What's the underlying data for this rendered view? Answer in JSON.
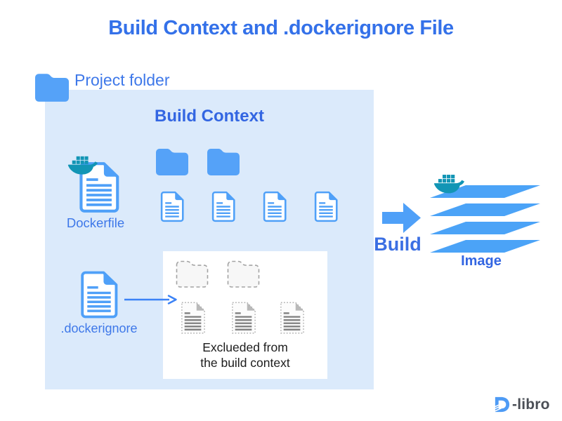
{
  "title": "Build Context and .dockerignore File",
  "project_folder": {
    "label": "Project folder"
  },
  "build_context": {
    "heading": "Build Context",
    "folder_count": 2,
    "file_count": 4
  },
  "dockerfile": {
    "label": "Dockerfile"
  },
  "dockerignore": {
    "label": ".dockerignore"
  },
  "excluded": {
    "line1": "Exclueded from",
    "line2": "the build context",
    "folder_count": 2,
    "file_count": 3
  },
  "build": {
    "label": "Build"
  },
  "image": {
    "label": "Image"
  },
  "logo": {
    "text": "-libro",
    "name": "D-libro"
  },
  "icons": {
    "folder": "folder-icon",
    "document": "document-icon",
    "docker_whale": "docker-whale-icon",
    "excluded_folder": "dashed-folder-icon",
    "excluded_document": "dashed-document-icon",
    "flow_arrow": "arrow-right-icon",
    "build_arrow": "build-arrow-right-icon",
    "image_layers": "layers-icon",
    "logo_mark": "dlibro-logo-icon"
  },
  "colors": {
    "accent_blue": "#4FA0F8",
    "title_blue": "#3471E9",
    "heading_blue": "#3366E2",
    "label_blue": "#3E78E9",
    "context_box_bg": "#DBEAFB",
    "docker_teal": "#1295B5",
    "excluded_gray": "#A8A8A8",
    "caption_text": "#1C1C1C",
    "logo_gray": "#4A4E55"
  }
}
